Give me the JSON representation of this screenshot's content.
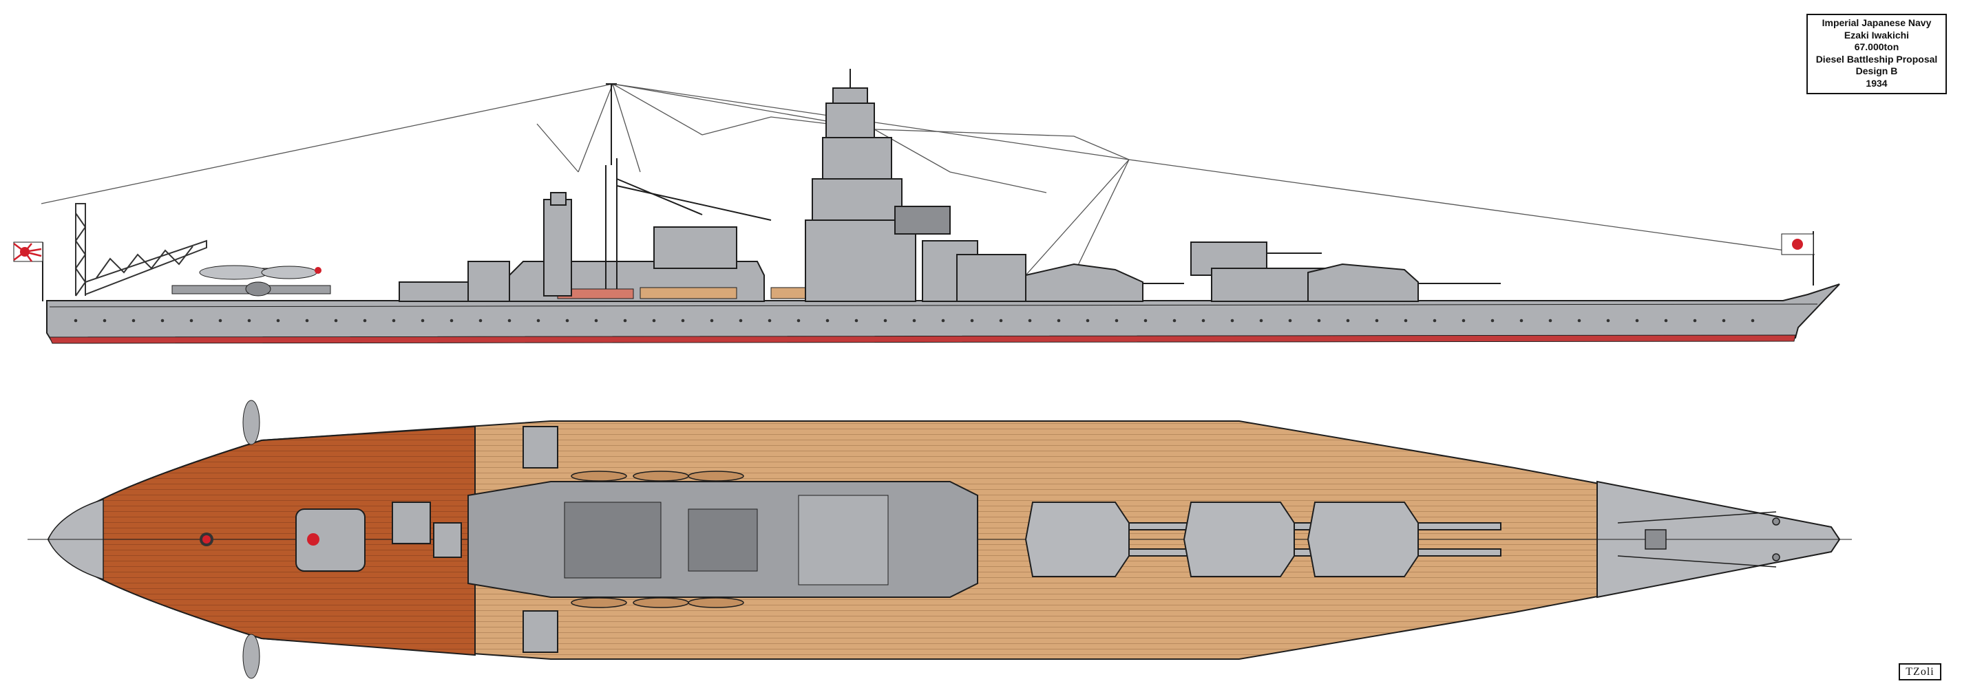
{
  "caption": {
    "line1": "Imperial Japanese Navy",
    "line2": "Ezaki Iwakichi",
    "line3": "67.000ton",
    "line4": "Diesel Battleship Proposal",
    "line5": "Design B",
    "line6": "1934"
  },
  "signature": "TZoli",
  "views": {
    "profile": {
      "description_icon": "ship-side-profile"
    },
    "plan": {
      "description_icon": "ship-deck-plan"
    }
  },
  "colors": {
    "hull_grey": "#aeb0b4",
    "hull_dark": "#8c8e92",
    "boot_red": "#c23a3a",
    "deck_wood": "#d8a878",
    "deck_plank_line": "#b88a5e",
    "aft_deck": "#b85a2a",
    "outline": "#1e1e1e",
    "flag_red": "#d21f2a"
  }
}
